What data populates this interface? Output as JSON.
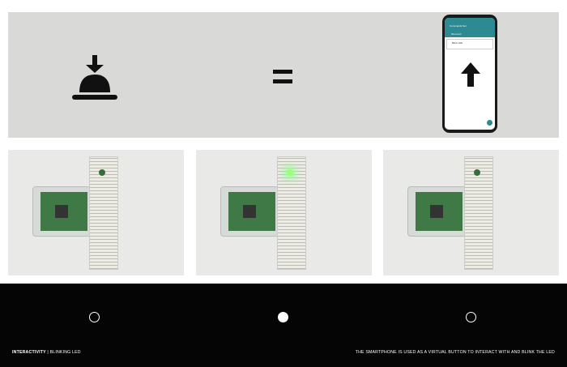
{
  "top_panel": {
    "icon_left": "press-bell-icon",
    "equals": "equals-icon",
    "phone": {
      "app_title": "Commands Set",
      "device": "Bluetooth",
      "item": "Blink LED",
      "arrow": "arrow-up-icon"
    }
  },
  "photos": [
    {
      "led_on": false
    },
    {
      "led_on": true
    },
    {
      "led_on": false
    }
  ],
  "indicators": [
    {
      "filled": false
    },
    {
      "filled": true
    },
    {
      "filled": false
    }
  ],
  "caption": {
    "title": "INTERACTIVITY",
    "separator": "|",
    "subtitle": "BLINKING LED",
    "description": "THE SMARTPHONE IS USED AS A VIRTUAL BUTTON TO INTERACT WITH AND BLINK THE LED"
  },
  "colors": {
    "panel": "#d9dad7",
    "accent": "#2d8a92",
    "band": "#050505"
  }
}
